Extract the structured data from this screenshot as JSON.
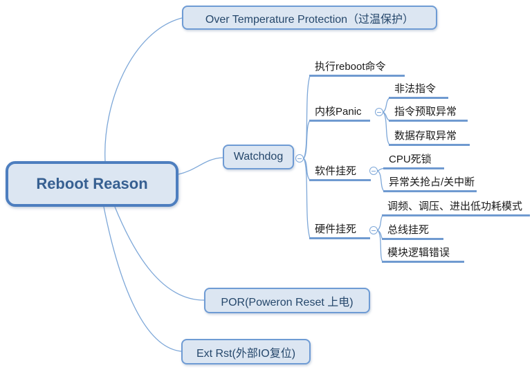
{
  "diagram": {
    "type": "mindmap",
    "title": "Reboot Reason"
  },
  "root": {
    "label": "Reboot Reason"
  },
  "nodes": {
    "over_temp": {
      "label": "Over Temperature Protection（过温保护）"
    },
    "watchdog": {
      "label": "Watchdog"
    },
    "por": {
      "label": "POR(Poweron Reset 上电)"
    },
    "ext_rst": {
      "label": "Ext Rst(外部IO复位)"
    },
    "exec_reboot": {
      "label": "执行reboot命令"
    },
    "kernel_panic": {
      "label": "内核Panic"
    },
    "illegal_insn": {
      "label": "非法指令"
    },
    "insn_prefetch": {
      "label": "指令预取异常"
    },
    "data_access": {
      "label": "数据存取异常"
    },
    "sw_hang": {
      "label": "软件挂死"
    },
    "cpu_deadlock": {
      "label": "CPU死锁"
    },
    "preempt_off": {
      "label": "异常关抢占/关中断"
    },
    "hw_hang": {
      "label": "硬件挂死"
    },
    "freq_volt": {
      "label": "调频、调压、进出低功耗模式"
    },
    "bus_hang": {
      "label": "总线挂死"
    },
    "module_logic": {
      "label": "模块逻辑错误"
    }
  },
  "icons": {
    "collapse": "minus-circle-icon"
  },
  "colors": {
    "node_fill": "#dce6f2",
    "node_border": "#6e9bd4",
    "root_border": "#4d7ebf",
    "root_text": "#365f91",
    "node_text": "#25476b",
    "leaf_text": "#1a1a1a",
    "underline": "#6f9ad0",
    "connector": "#7da7d8",
    "background": "#ffffff"
  }
}
